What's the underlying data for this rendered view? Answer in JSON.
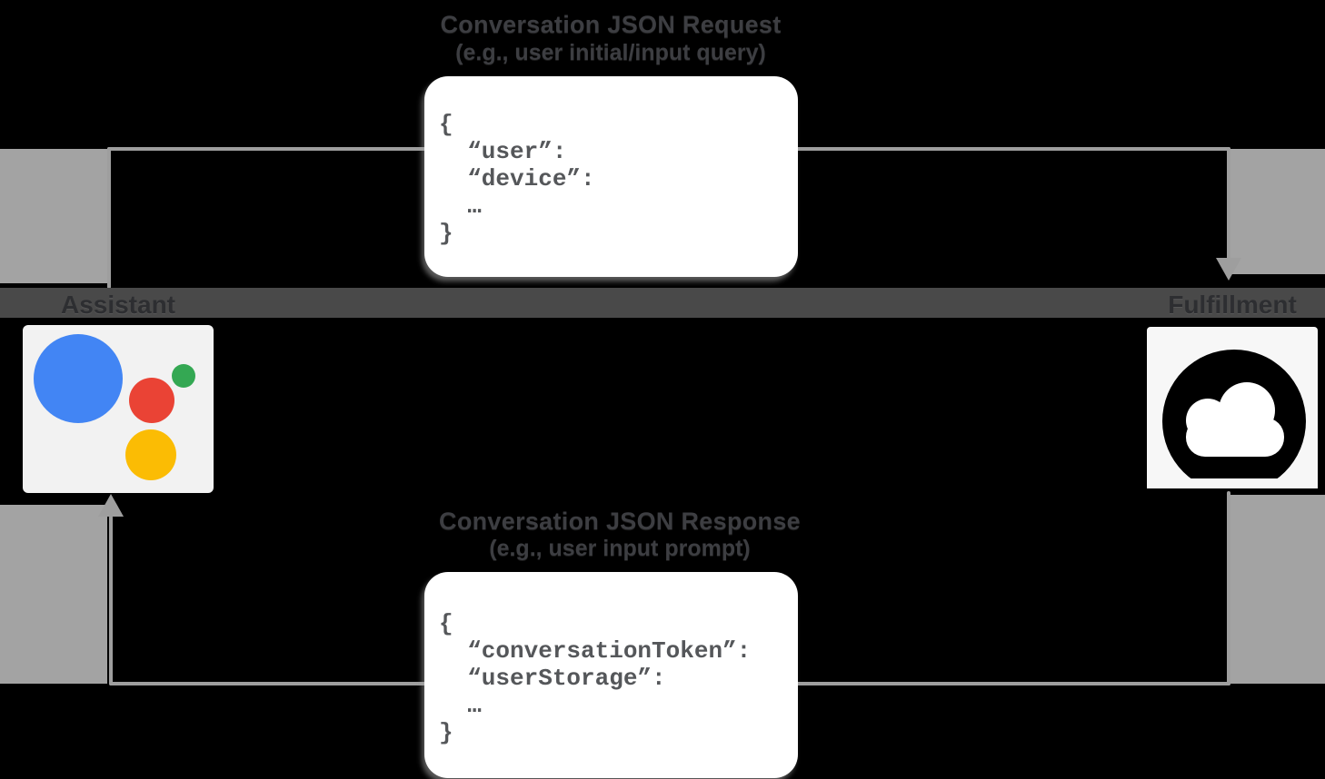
{
  "diagram": {
    "request": {
      "title": "Conversation JSON Request",
      "subtitle": "(e.g., user initial/input query)",
      "code": "{\n  “user”:\n  “device”:\n  …\n}"
    },
    "response": {
      "title": "Conversation JSON Response",
      "subtitle": "(e.g., user input prompt)",
      "code": "{\n  “conversationToken”:\n  “userStorage”:\n  …\n}"
    },
    "nodes": {
      "assistant": {
        "label": "Assistant",
        "icon": "google-assistant-logo"
      },
      "fulfillment": {
        "label": "Fulfillment",
        "icon": "cloud-logo"
      }
    },
    "colors": {
      "background": "#000000",
      "arrow_gray": "#9E9E9E",
      "margin_gray": "#A3A3A3",
      "band_gray": "#494949",
      "box_bg": "#FFFFFF",
      "code_text": "#55575A",
      "label_text": "#3D3E42",
      "assistant_blue": "#4285F4",
      "assistant_green": "#34A853",
      "assistant_red": "#EA4335",
      "assistant_yellow": "#FBBC04",
      "cloud_icon_black": "#000000"
    }
  }
}
